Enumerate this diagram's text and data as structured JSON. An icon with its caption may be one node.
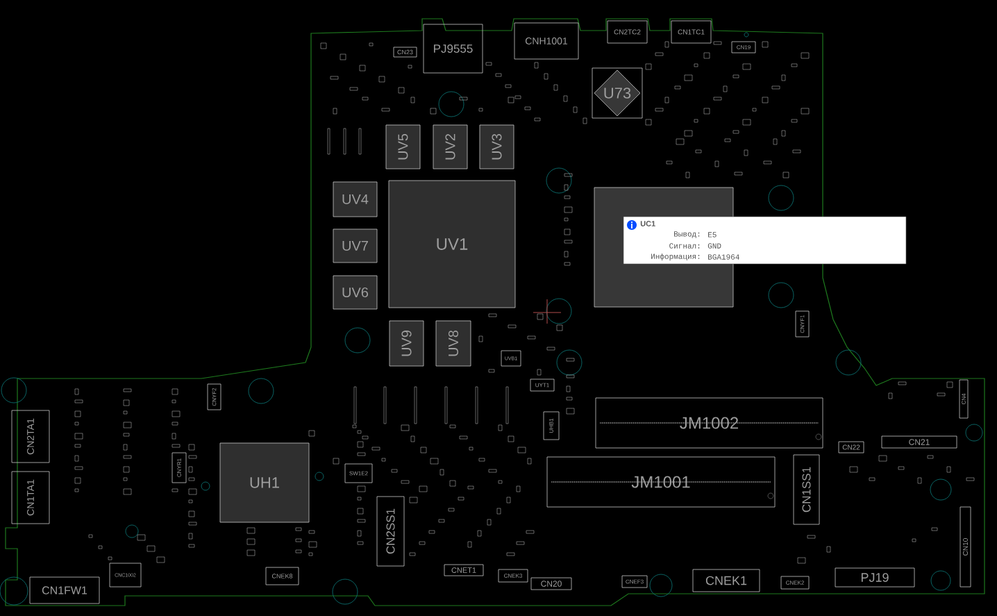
{
  "diagram": {
    "nodes": [
      {
        "text": [
          "PJ9555"
        ]
      },
      {
        "text": [
          "CNH1001"
        ]
      },
      {
        "text": [
          "CN2TC2"
        ]
      },
      {
        "text": [
          "CN1TC1"
        ]
      },
      {
        "text": [
          "CN23"
        ]
      },
      {
        "text": [
          "CN19"
        ]
      },
      {
        "text": [
          "U73"
        ]
      },
      {
        "text": [
          "UV5"
        ]
      },
      {
        "text": [
          "UV2"
        ]
      },
      {
        "text": [
          "UV3"
        ]
      },
      {
        "text": [
          "UV4"
        ]
      },
      {
        "text": [
          "UV1"
        ]
      },
      {
        "text": [
          "UV7"
        ]
      },
      {
        "text": [
          "UV6"
        ]
      },
      {
        "text": [
          "UV9"
        ]
      },
      {
        "text": [
          "UV8"
        ]
      },
      {
        "text": [
          "UVB1"
        ]
      },
      {
        "text": [
          "UC1",
          "Вывод:",
          "E5",
          "Сигнал:",
          "GND",
          "Информация:",
          "BGA1964"
        ]
      },
      {
        "text": [
          "CNYF1"
        ]
      },
      {
        "text": [
          "CNYF2"
        ]
      },
      {
        "text": [
          "UYT1"
        ]
      },
      {
        "text": [
          "CN4"
        ]
      },
      {
        "text": [
          "CN2TA1"
        ]
      },
      {
        "text": [
          "JM1002"
        ]
      },
      {
        "text": [
          "UHB1"
        ]
      },
      {
        "text": [
          "CN22"
        ]
      },
      {
        "text": [
          "CN21"
        ]
      },
      {
        "text": [
          "CNYR1"
        ]
      },
      {
        "text": [
          "SW1E2"
        ]
      },
      {
        "text": [
          "UH1"
        ]
      },
      {
        "text": [
          "JM1001"
        ]
      },
      {
        "text": [
          "CN1SS1"
        ]
      },
      {
        "text": [
          "CN1TA1"
        ]
      },
      {
        "text": [
          "CN2SS1"
        ]
      },
      {
        "text": [
          "CN10"
        ]
      },
      {
        "text": [
          "CNET1"
        ]
      },
      {
        "text": [
          "CNC1002"
        ]
      },
      {
        "text": [
          "CNEK8"
        ]
      },
      {
        "text": [
          "CNEK3"
        ]
      },
      {
        "text": [
          "CN20"
        ]
      },
      {
        "text": [
          "CNEF3"
        ]
      },
      {
        "text": [
          "CNEK1"
        ]
      },
      {
        "text": [
          "CNEK2"
        ]
      },
      {
        "text": [
          "PJ19"
        ]
      },
      {
        "text": [
          "CN1FW1"
        ]
      }
    ]
  }
}
